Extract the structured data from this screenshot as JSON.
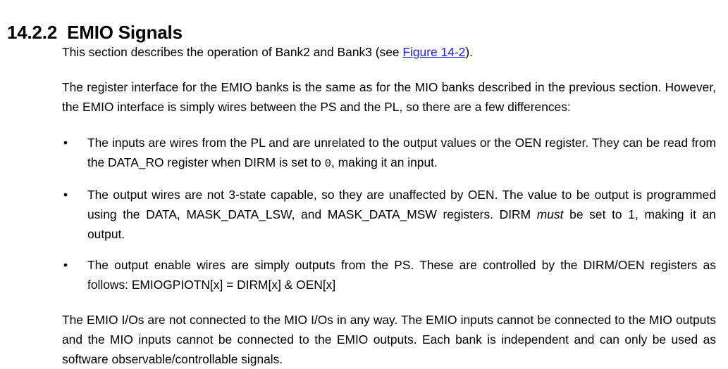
{
  "heading": {
    "number": "14.2.2",
    "title": "EMIO Signals"
  },
  "colors": {
    "text": "#000000",
    "link": "#1a1aee",
    "background": "#ffffff"
  },
  "intro_paragraph": {
    "before_link": "This section describes the operation of Bank2 and Bank3 (see ",
    "link_text": "Figure 14-2",
    "after_link": ")."
  },
  "lead_paragraph": {
    "text": "The register interface for the EMIO banks is the same as for the MIO banks described in the previous section. However, the EMIO interface is simply wires between the PS and the PL, so there are a few differences:"
  },
  "bullets": [
    {
      "marker": "•",
      "segments": [
        {
          "style": "normal",
          "text": "The inputs are wires from the PL and are unrelated to the output values or the OEN register. They can be read from the DATA_RO register when DIRM is set to "
        },
        {
          "style": "mono",
          "text": "0"
        },
        {
          "style": "normal",
          "text": ", making it an input."
        }
      ]
    },
    {
      "marker": "•",
      "segments": [
        {
          "style": "normal",
          "text": "The output wires are not 3-state capable, so they are unaffected by OEN. The value to be output is programmed using the DATA, MASK_DATA_LSW, and MASK_DATA_MSW registers. DIRM "
        },
        {
          "style": "italic",
          "text": "must"
        },
        {
          "style": "normal",
          "text": " be set to 1, making it an output."
        }
      ]
    },
    {
      "marker": "•",
      "segments": [
        {
          "style": "normal",
          "text": "The output enable wires are simply outputs from the PS. These are controlled by the DIRM/OEN registers as follows: EMIOGPIOTN[x] = DIRM[x] & OEN[x]"
        }
      ]
    }
  ],
  "tail_paragraph": {
    "text": "The EMIO I/Os are not connected to the MIO I/Os in any way. The EMIO inputs cannot be connected to the MIO outputs and the MIO inputs cannot be connected to the EMIO outputs. Each bank is independent and can only be used as software observable/controllable signals."
  }
}
